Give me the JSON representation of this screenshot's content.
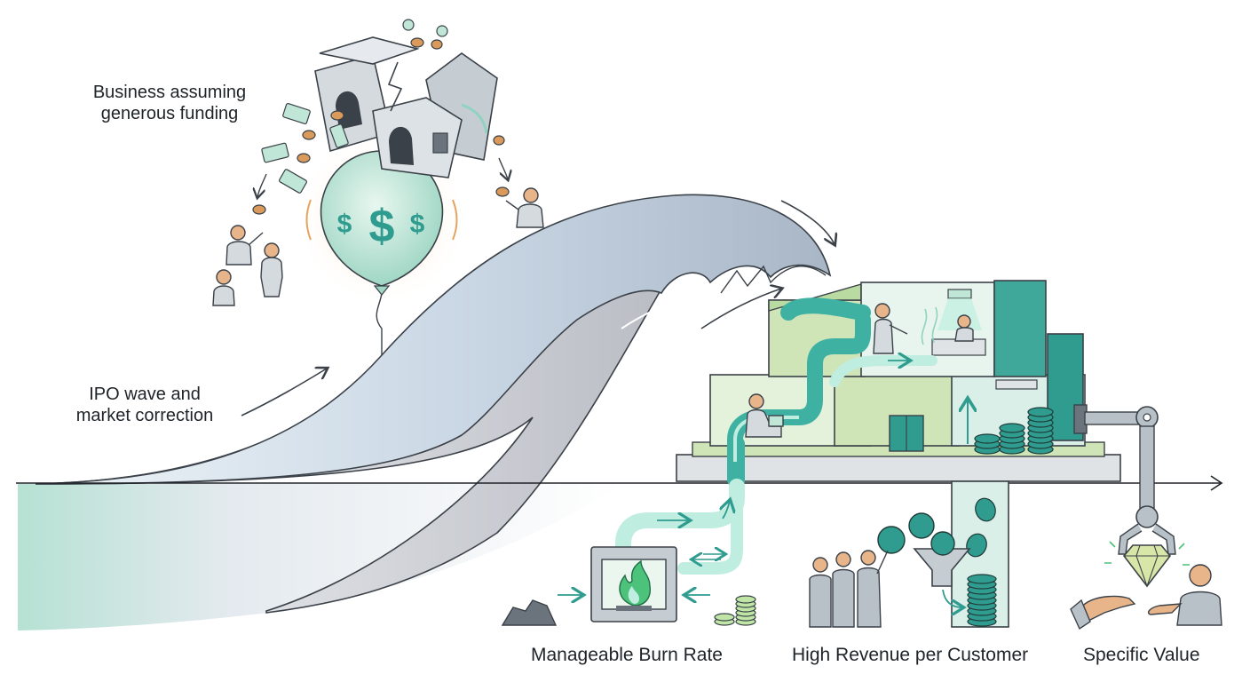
{
  "labels": {
    "funding_line1": "Business assuming",
    "funding_line2": "generous funding",
    "ipo_line1": "IPO wave and",
    "ipo_line2": "market correction"
  },
  "captions": {
    "burn_rate": "Manageable Burn Rate",
    "revenue": "High Revenue per Customer",
    "value": "Specific Value"
  },
  "balloon": {
    "big_symbol": "$",
    "small_symbol": "$"
  },
  "colors": {
    "teal": "#2f9c8f",
    "teal_dark": "#1f6e66",
    "mint": "#bfe6d6",
    "green_light": "#cfe5b8",
    "wave_blue": "#cdd9e6",
    "wave_gray": "#c3c6cc",
    "coin_orange": "#d99a5b",
    "flame_green": "#4cc27a",
    "ink": "#3b4148"
  }
}
